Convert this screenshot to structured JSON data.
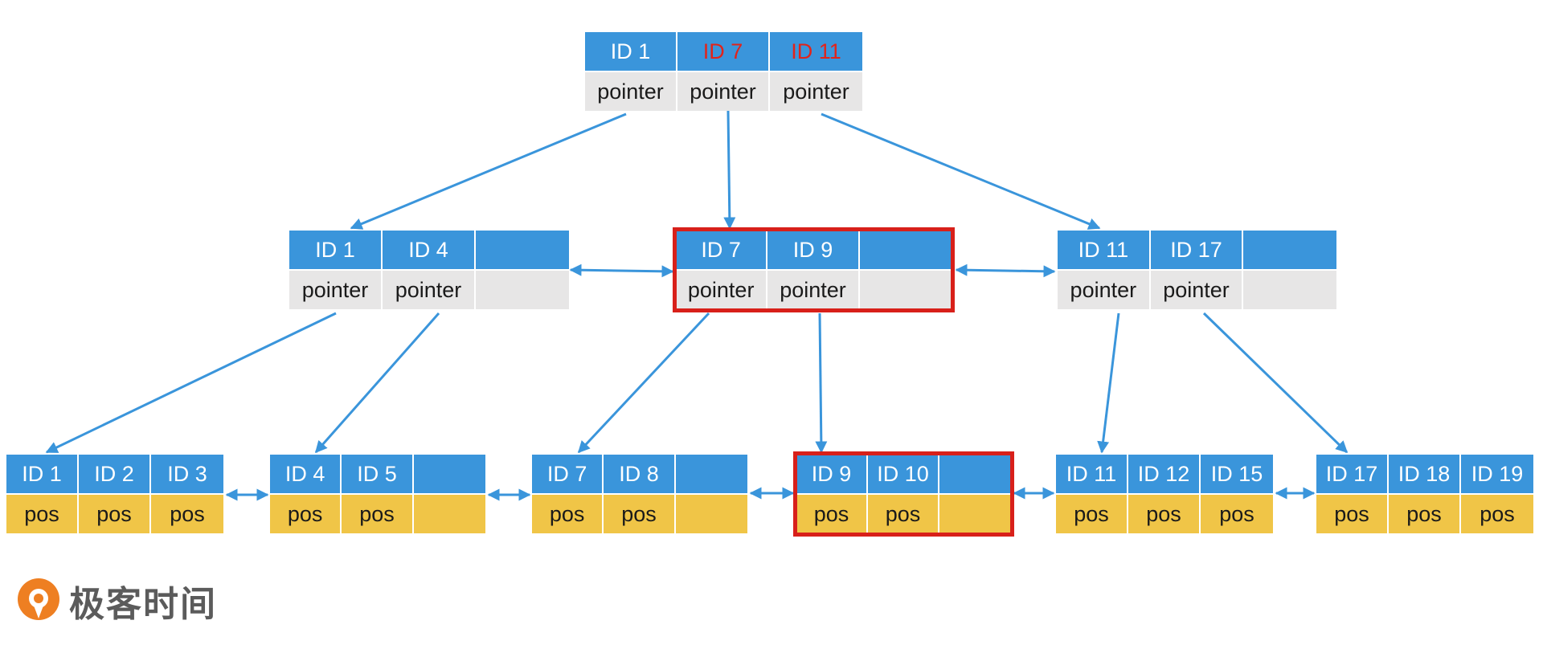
{
  "colors": {
    "key_cell": "#3a95db",
    "pointer_cell": "#e7e6e6",
    "pos_cell": "#f0c547",
    "highlight": "#d8201a",
    "highlight_text": "#e2231a",
    "arrow": "#3a95db",
    "logo_orange": "#ee7f22"
  },
  "root": {
    "keys": [
      {
        "text": "ID 1",
        "hl": false
      },
      {
        "text": "ID 7",
        "hl": true
      },
      {
        "text": "ID 11",
        "hl": true
      }
    ],
    "values": [
      "pointer",
      "pointer",
      "pointer"
    ]
  },
  "internal": [
    {
      "keys": [
        {
          "text": "ID 1"
        },
        {
          "text": "ID 4"
        },
        {
          "text": ""
        }
      ],
      "values": [
        "pointer",
        "pointer",
        ""
      ],
      "highlighted": false
    },
    {
      "keys": [
        {
          "text": "ID 7"
        },
        {
          "text": "ID 9"
        },
        {
          "text": ""
        }
      ],
      "values": [
        "pointer",
        "pointer",
        ""
      ],
      "highlighted": true
    },
    {
      "keys": [
        {
          "text": "ID 11"
        },
        {
          "text": "ID 17"
        },
        {
          "text": ""
        }
      ],
      "values": [
        "pointer",
        "pointer",
        ""
      ],
      "highlighted": false
    }
  ],
  "leaves": [
    {
      "keys": [
        {
          "text": "ID 1"
        },
        {
          "text": "ID 2"
        },
        {
          "text": "ID 3"
        }
      ],
      "values": [
        "pos",
        "pos",
        "pos"
      ],
      "highlighted": false
    },
    {
      "keys": [
        {
          "text": "ID 4"
        },
        {
          "text": "ID 5"
        },
        {
          "text": ""
        }
      ],
      "values": [
        "pos",
        "pos",
        ""
      ],
      "highlighted": false
    },
    {
      "keys": [
        {
          "text": "ID 7"
        },
        {
          "text": "ID 8"
        },
        {
          "text": ""
        }
      ],
      "values": [
        "pos",
        "pos",
        ""
      ],
      "highlighted": false
    },
    {
      "keys": [
        {
          "text": "ID 9"
        },
        {
          "text": "ID 10"
        },
        {
          "text": ""
        }
      ],
      "values": [
        "pos",
        "pos",
        ""
      ],
      "highlighted": true
    },
    {
      "keys": [
        {
          "text": "ID 11"
        },
        {
          "text": "ID 12"
        },
        {
          "text": "ID 15"
        }
      ],
      "values": [
        "pos",
        "pos",
        "pos"
      ],
      "highlighted": false
    },
    {
      "keys": [
        {
          "text": "ID 17"
        },
        {
          "text": "ID 18"
        },
        {
          "text": "ID 19"
        }
      ],
      "values": [
        "pos",
        "pos",
        "pos"
      ],
      "highlighted": false
    }
  ],
  "logo": {
    "text": "极客时间",
    "icon": "geektime-logo-icon"
  }
}
